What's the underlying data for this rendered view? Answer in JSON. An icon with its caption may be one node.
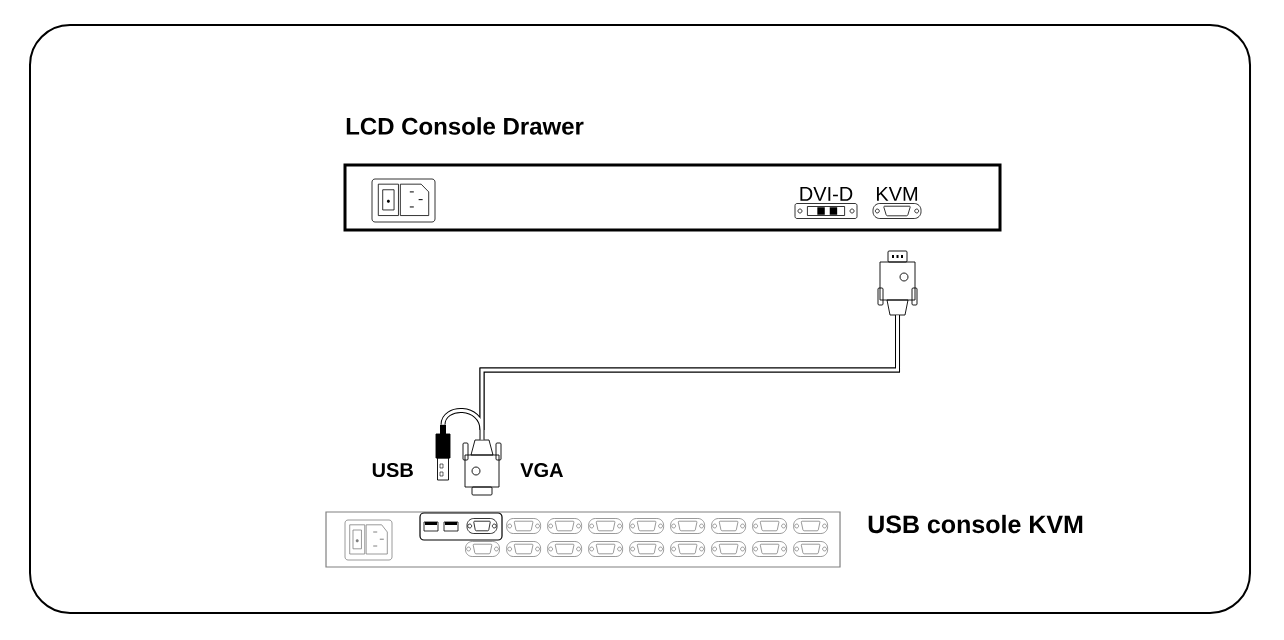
{
  "diagram": {
    "nodes": [
      {
        "text": [
          "LCD Console Drawer"
        ]
      },
      {
        "text": [
          "DVI-D"
        ],
        "in": 0
      },
      {
        "text": [
          "KVM"
        ],
        "in": 0
      },
      {
        "text": [
          "USB console KVM"
        ]
      },
      {
        "text": [
          "USB"
        ]
      },
      {
        "text": [
          "VGA"
        ]
      },
      {
        "text": [],
        "shape": "picture"
      }
    ],
    "edges": [
      {
        "from": 6,
        "to": 5,
        "arrow": "none"
      },
      {
        "from": 6,
        "to": 4,
        "arrow": "none"
      }
    ]
  }
}
